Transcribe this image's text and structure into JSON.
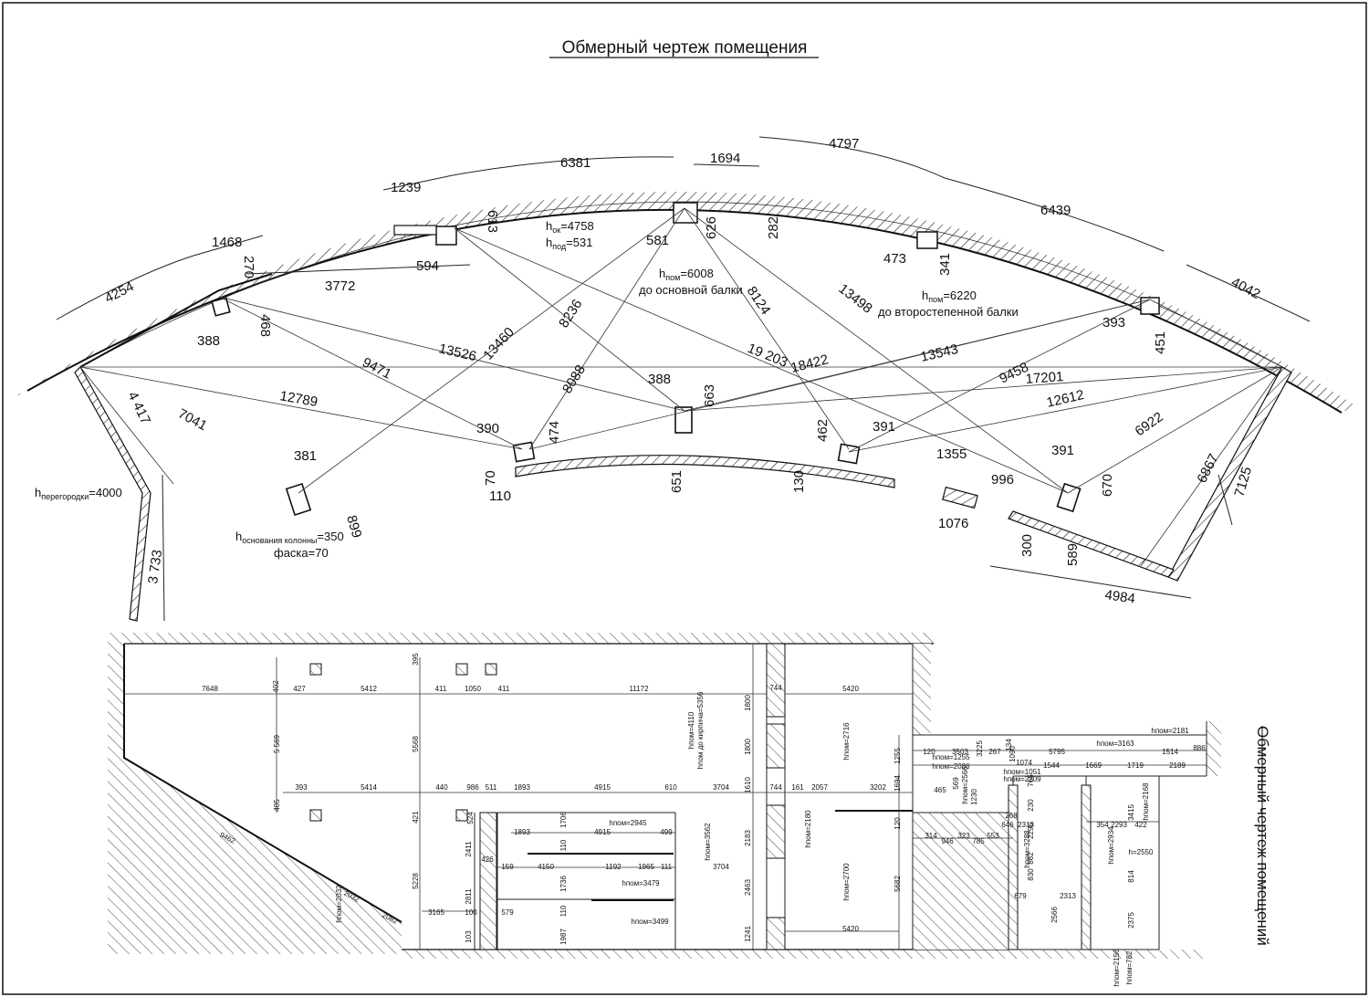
{
  "title": "Обмерный чертеж помещения",
  "side_title": "Обмерный чертеж помещений",
  "top_plan": {
    "notes": {
      "h_ok_base": "h",
      "h_ok_sub": "ок",
      "h_ok_val": "=4758",
      "h_pod_base": "h",
      "h_pod_sub": "под",
      "h_pod_val": "=531",
      "h_pom1_base": "h",
      "h_pom1_sub": "пом",
      "h_pom1_val": "=6008",
      "h_pom1_note": "до основной балки",
      "h_pom2_base": "h",
      "h_pom2_sub": "пом",
      "h_pom2_val": "=6220",
      "h_pom2_note": "до второстепенной балки",
      "h_part_base": "h",
      "h_part_sub": "перегородки",
      "h_part_val": "=4000",
      "h_col_base": "h",
      "h_col_sub": "основания колонны",
      "h_col_val": "=350",
      "chamfer": "фаска=70"
    },
    "dims": {
      "d6381": "6381",
      "d1694": "1694",
      "d4797": "4797",
      "d1239": "1239",
      "d613": "613",
      "d6439": "6439",
      "d1468": "1468",
      "d270": "270",
      "d4254": "4254",
      "d3772": "3772",
      "d594": "594",
      "d581": "581",
      "d626": "626",
      "d282": "282",
      "d473": "473",
      "d341": "341",
      "d4042": "4042",
      "d388a": "388",
      "d468": "468",
      "d13460": "13460",
      "d8236": "8236",
      "d8124": "8124",
      "d13498": "13498",
      "d393": "393",
      "d451": "451",
      "d13526": "13526",
      "d19203": "19 203",
      "d9471": "9471",
      "d8088": "8088",
      "d18422": "18422",
      "d13543": "13543",
      "d9458": "9458",
      "d388b": "388",
      "d663": "663",
      "d17201": "17201",
      "d4417": "4 417",
      "d7041": "7041",
      "d12789": "12789",
      "d12612": "12612",
      "d390": "390",
      "d474": "474",
      "d462": "462",
      "d391a": "391",
      "d6922": "6922",
      "d1355": "1355",
      "d391b": "391",
      "d6867": "6867",
      "d381": "381",
      "d70": "70",
      "d996": "996",
      "d670": "670",
      "d110": "110",
      "d651": "651",
      "d130": "130",
      "d7125": "7125",
      "d899": "899",
      "d1076": "1076",
      "d300": "300",
      "d589": "589",
      "d3733": "3 733",
      "d4984": "4984"
    }
  },
  "bottom_plan": {
    "row1": [
      "7648",
      "402",
      "427",
      "5412",
      "411",
      "1050",
      "411",
      "11172",
      "744",
      "5420"
    ],
    "row_mid": [
      "393",
      "5414",
      "440",
      "986",
      "511",
      "1893",
      "4915",
      "610",
      "3704",
      "744",
      "161",
      "2057",
      "3202"
    ],
    "verticals": [
      "395",
      "5 569",
      "5568",
      "405",
      "421",
      "524",
      "5228",
      "2411",
      "2811",
      "426",
      "1800",
      "1800",
      "1610",
      "2183",
      "2463",
      "1241",
      "1255",
      "1694",
      "120",
      "5682"
    ],
    "rooms": [
      "1893",
      "4915",
      "499",
      "159",
      "4150",
      "1192",
      "1965",
      "111",
      "3704",
      "3165",
      "100",
      "579",
      "103",
      "1706",
      "110",
      "1736",
      "110",
      "1987",
      "5420"
    ],
    "heights": [
      "hпом=4110",
      "hпом до кирпича=5356",
      "hпом=2716",
      "hпом=2945",
      "hпом=3479",
      "hпом=3499",
      "hпом=3562",
      "hпом=2180",
      "hпом=2700",
      "hпом=2032"
    ],
    "diag": [
      "9462",
      "2032",
      "2082"
    ],
    "right": [
      "120",
      "3503",
      "3225",
      "267",
      "134",
      "5795",
      "1514",
      "886",
      "1074",
      "1544",
      "1669",
      "1719",
      "2189",
      "465",
      "569",
      "1230",
      "1090",
      "766",
      "268",
      "230",
      "314",
      "946",
      "323",
      "785",
      "553",
      "646",
      "2313",
      "2296",
      "354",
      "2293",
      "422",
      "862",
      "830",
      "679",
      "2313",
      "2566",
      "814",
      "2375",
      "3415"
    ],
    "right_heights": [
      "hпом=2181",
      "hпом=3163",
      "hпом=1255",
      "hпом=2086",
      "hпом=2566",
      "hпом=1051",
      "hпом=2209",
      "hпом=3288",
      "hпом=2168",
      "hпом=2934",
      "h=2550",
      "hпом=782",
      "hпом=2156"
    ]
  }
}
